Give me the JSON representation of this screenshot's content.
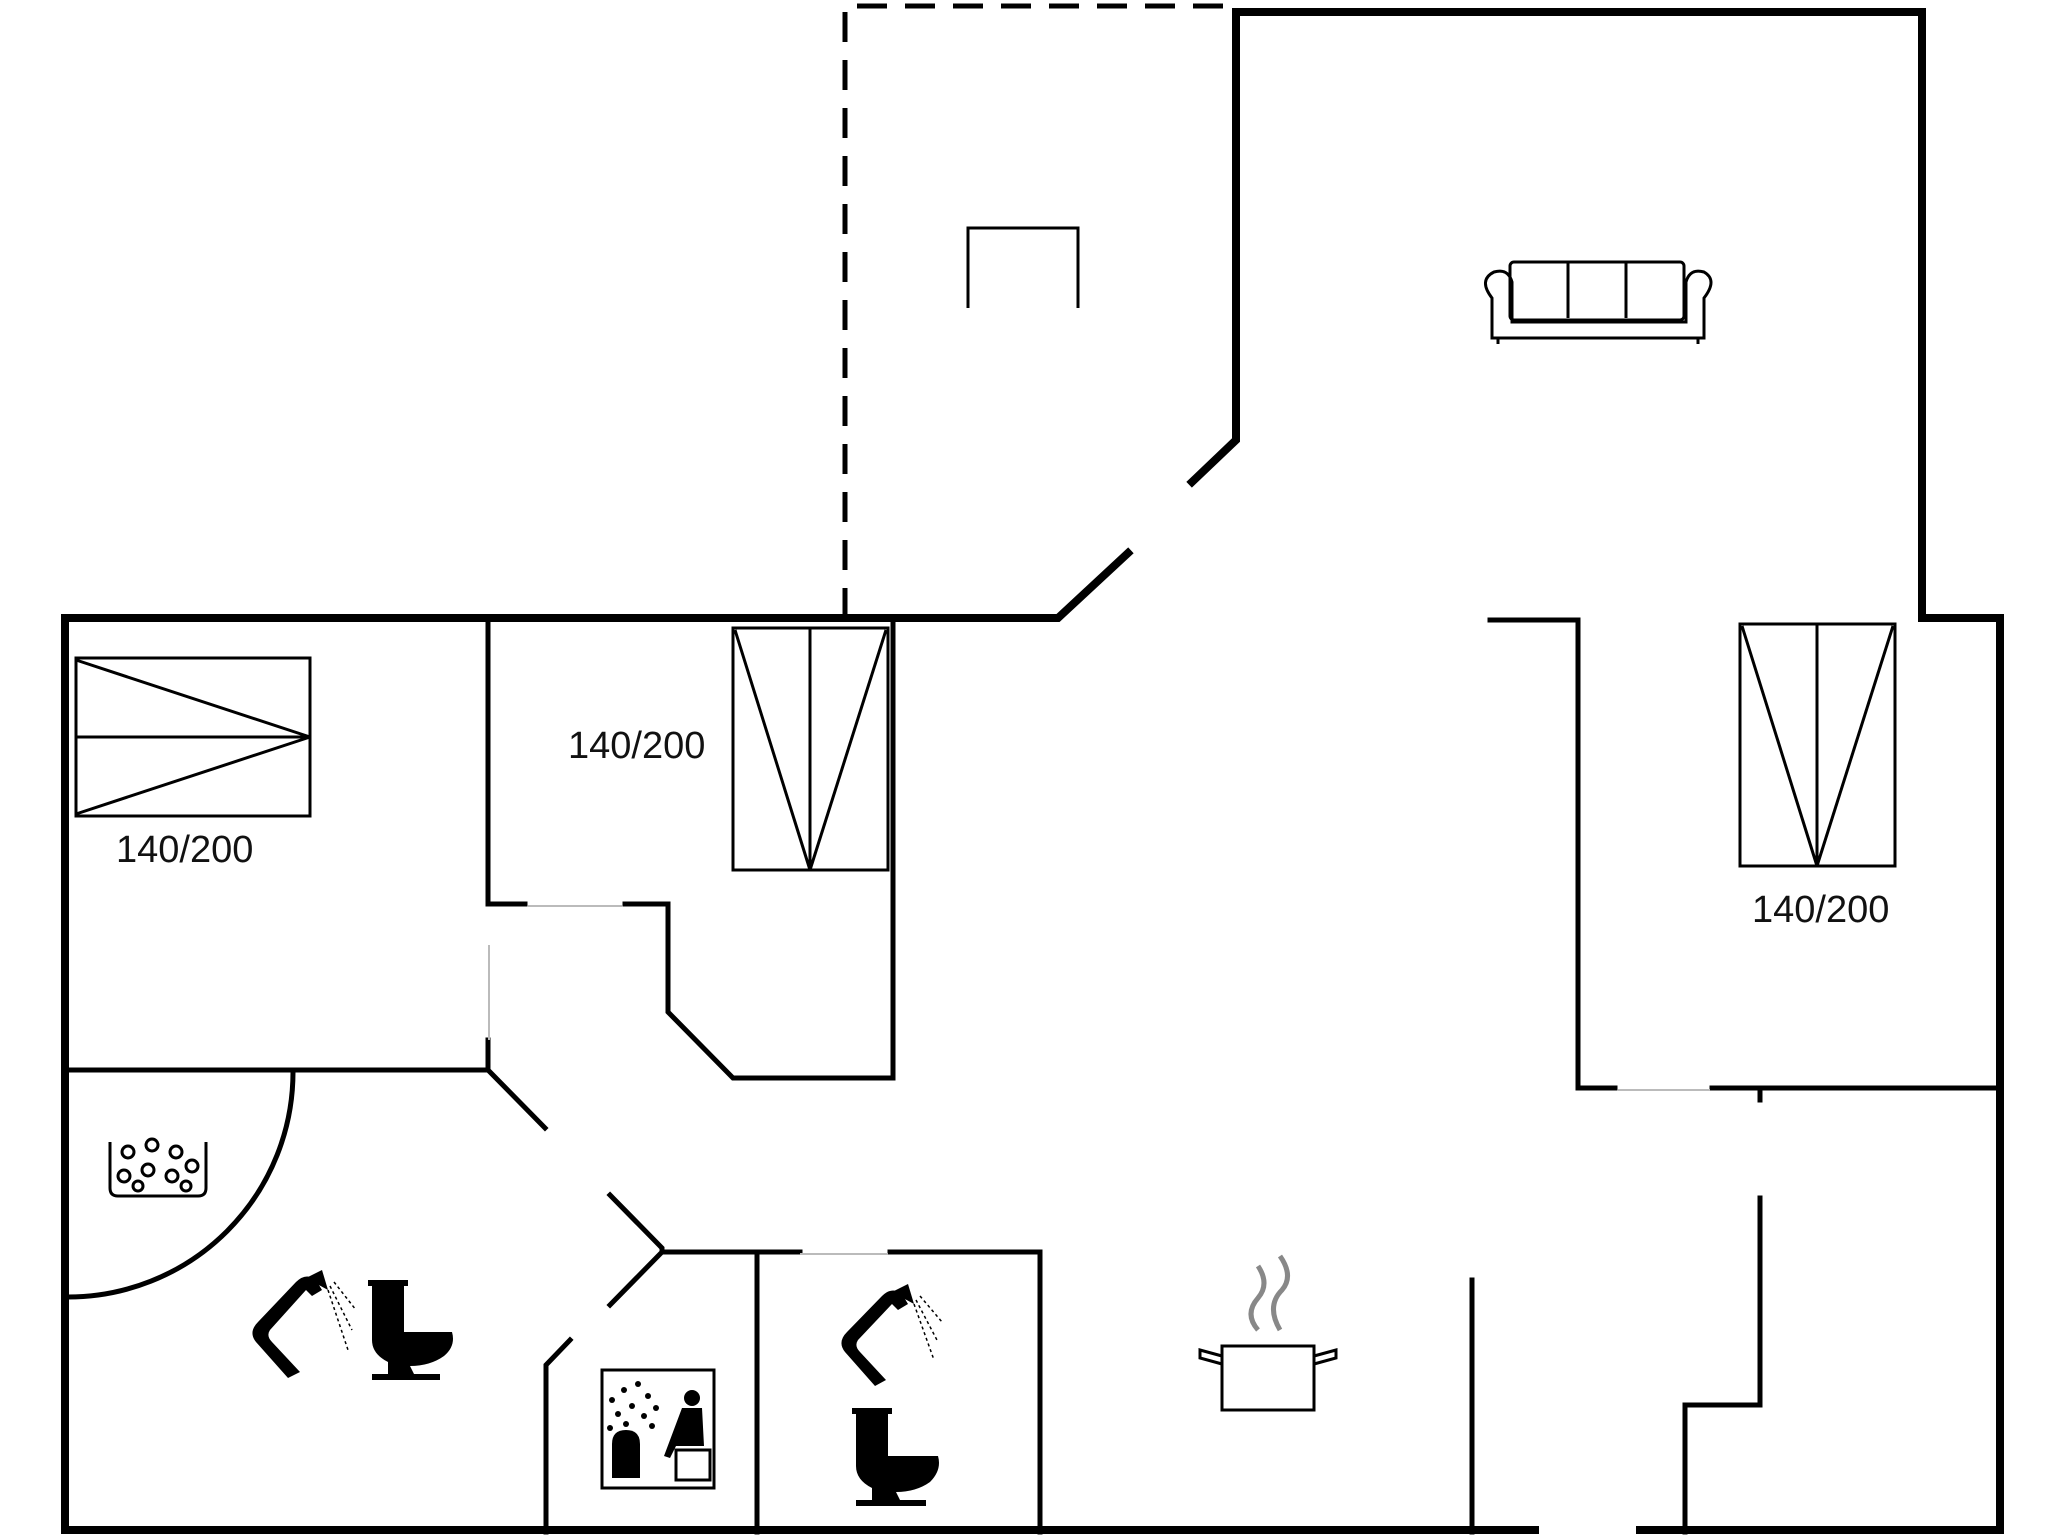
{
  "floorplan": {
    "beds": [
      {
        "label": "140/200"
      },
      {
        "label": "140/200"
      },
      {
        "label": "140/200"
      }
    ],
    "icons": [
      "sofa-icon",
      "table-icon",
      "bathtub-icon",
      "shower-icon",
      "toilet-icon",
      "sauna-icon",
      "cooking-pot-icon"
    ]
  }
}
